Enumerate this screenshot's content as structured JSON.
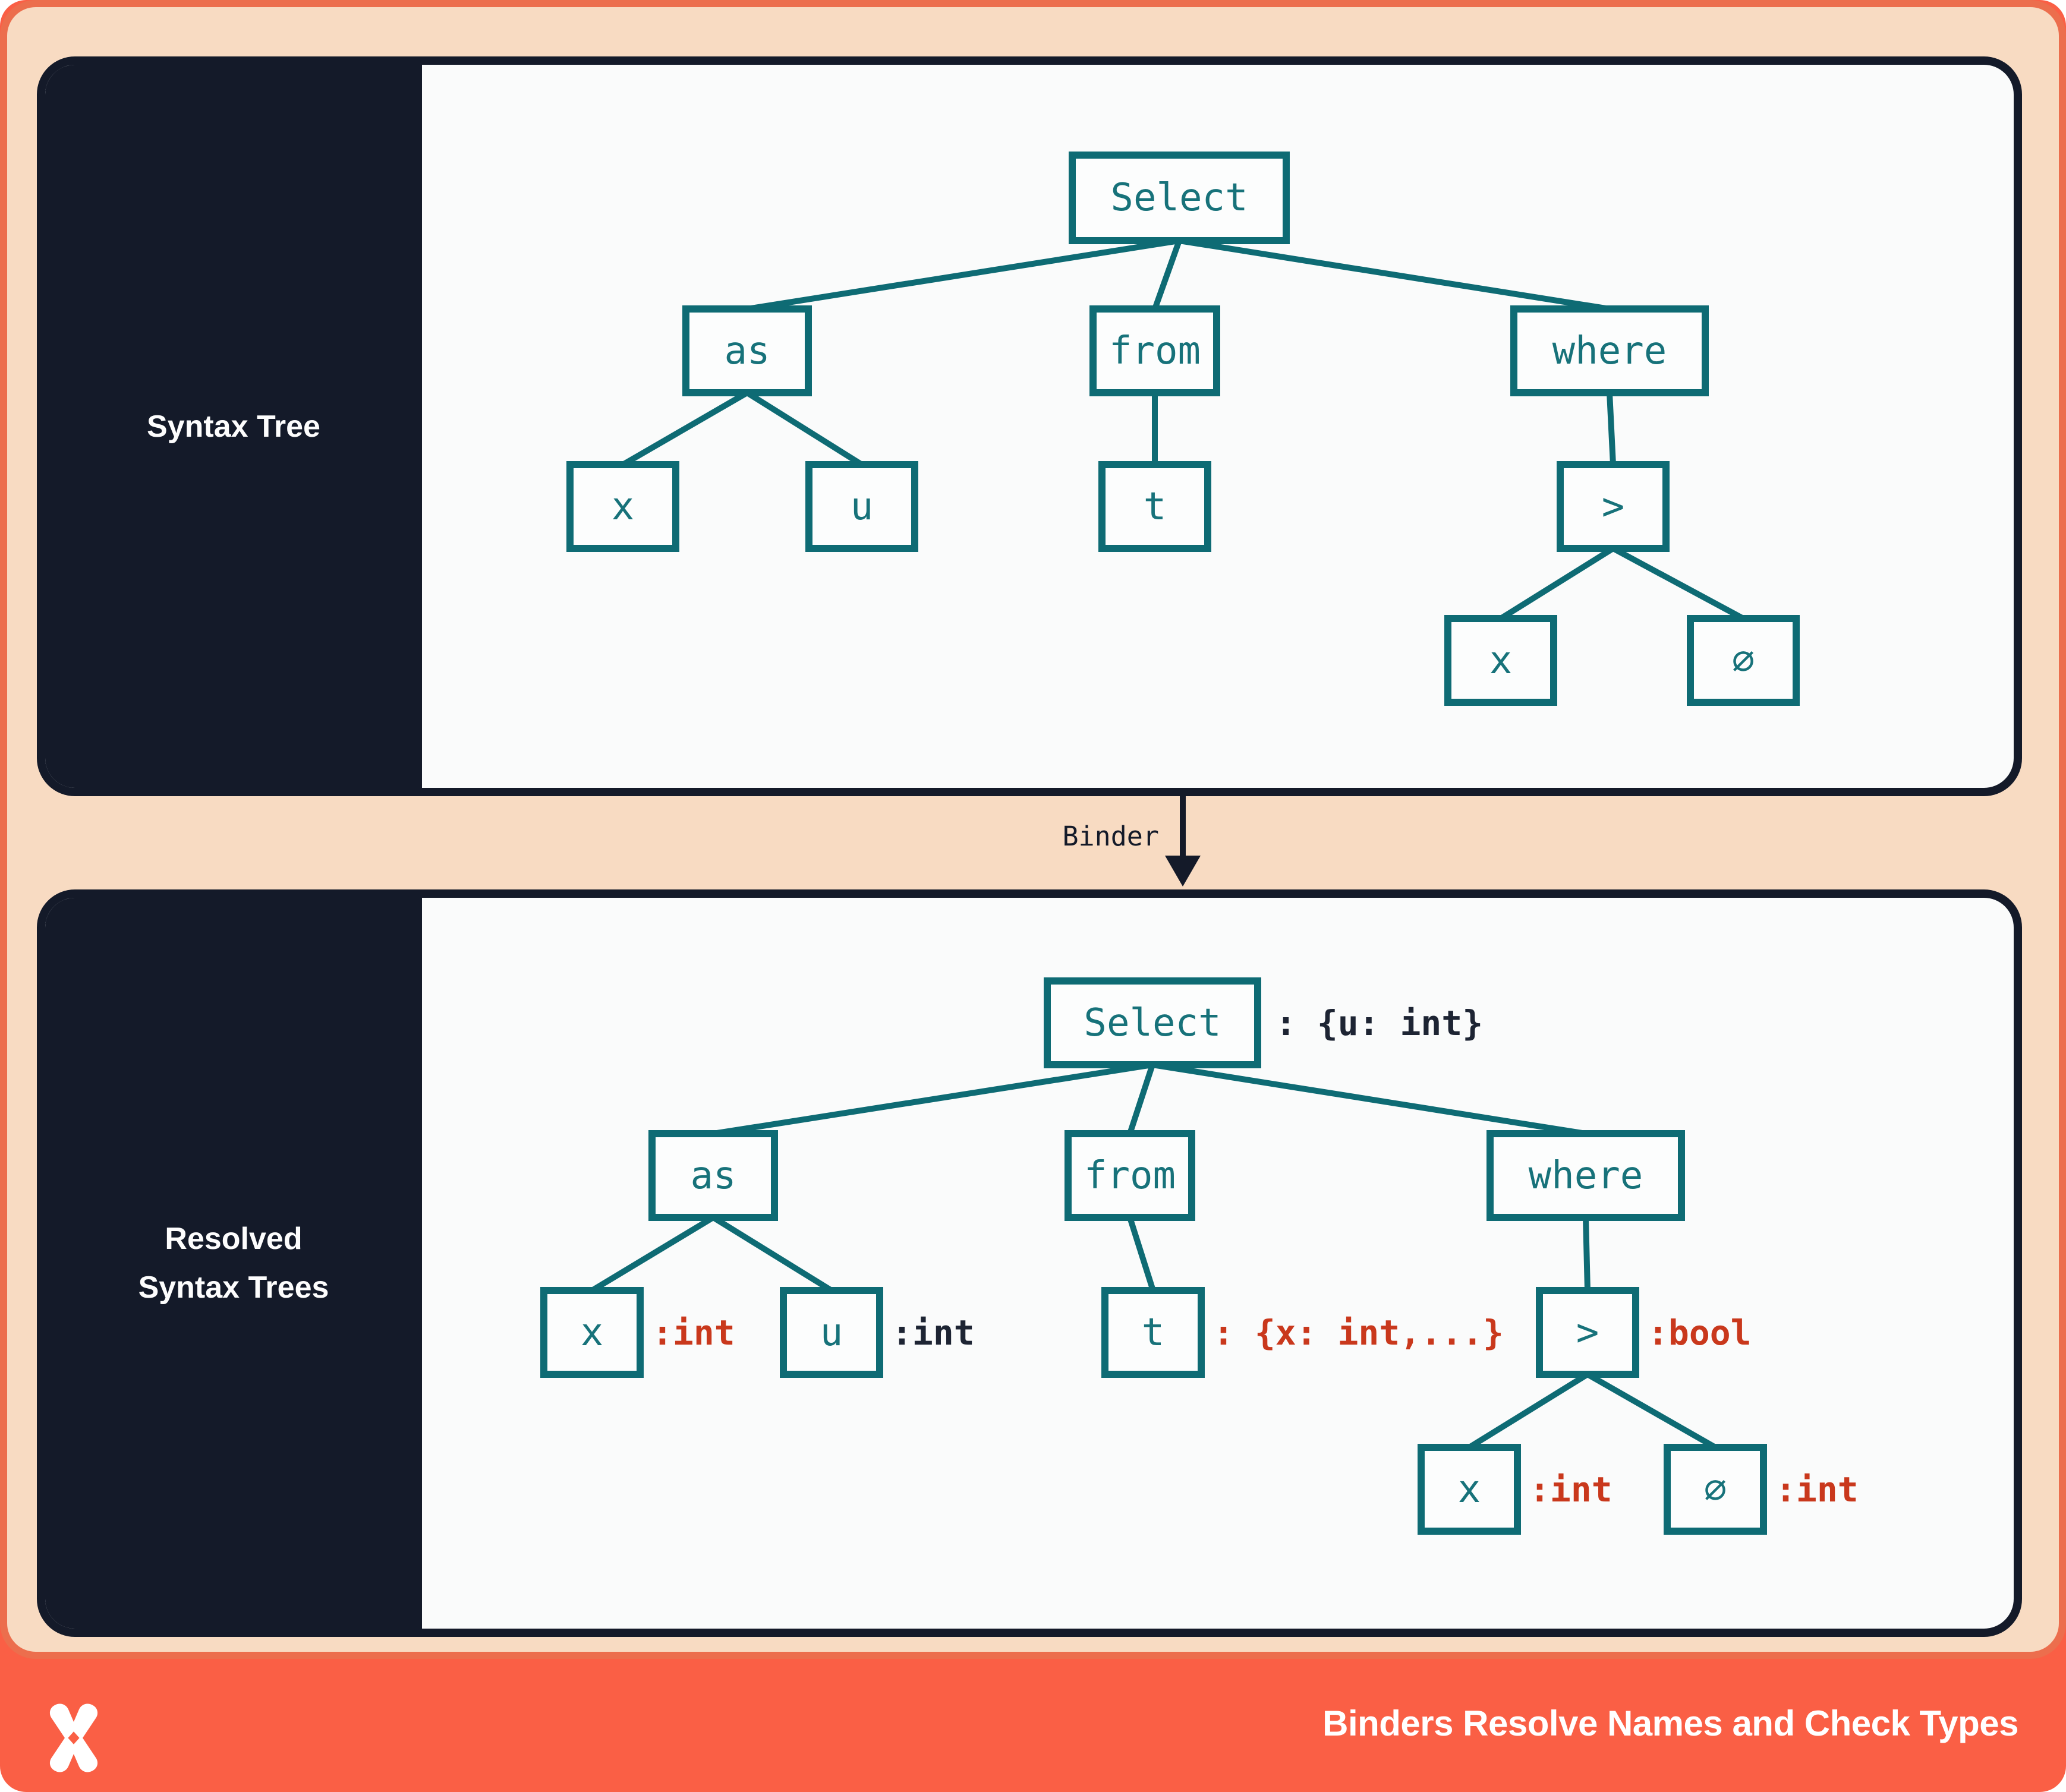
{
  "colors": {
    "footer_orange": "#fa5f45",
    "frame_orange": "#ec6e4d",
    "peach": "#f8dbc2",
    "panel_navy": "#141a29",
    "paper": "#fafbfb",
    "teal": "#0e6b74",
    "annotation_red": "#c9381c",
    "annotation_navy": "#1d2433"
  },
  "sidebar": {
    "top_panel_label": "Syntax Tree",
    "bottom_panel_label_line1": "Resolved",
    "bottom_panel_label_line2": "Syntax Trees"
  },
  "binder": {
    "label": "Binder"
  },
  "footer": {
    "title": "Binders Resolve Names and Check Types",
    "logo": "x-cross-logo"
  },
  "syntax_tree": {
    "select": "Select",
    "as": "as",
    "from": "from",
    "where": "where",
    "x_left": "x",
    "u": "u",
    "t": "t",
    "gt": ">",
    "x_right": "x",
    "zero": "∅"
  },
  "resolved_tree": {
    "select": "Select",
    "select_type": ": {u: int}",
    "as": "as",
    "from": "from",
    "where": "where",
    "x_left": "x",
    "x_left_type": ":int",
    "u": "u",
    "u_type": ":int",
    "t": "t",
    "t_type": ": {x: int,...}",
    "gt": ">",
    "gt_type": ":bool",
    "x_right": "x",
    "x_right_type": ":int",
    "zero": "∅",
    "zero_type": ":int"
  }
}
